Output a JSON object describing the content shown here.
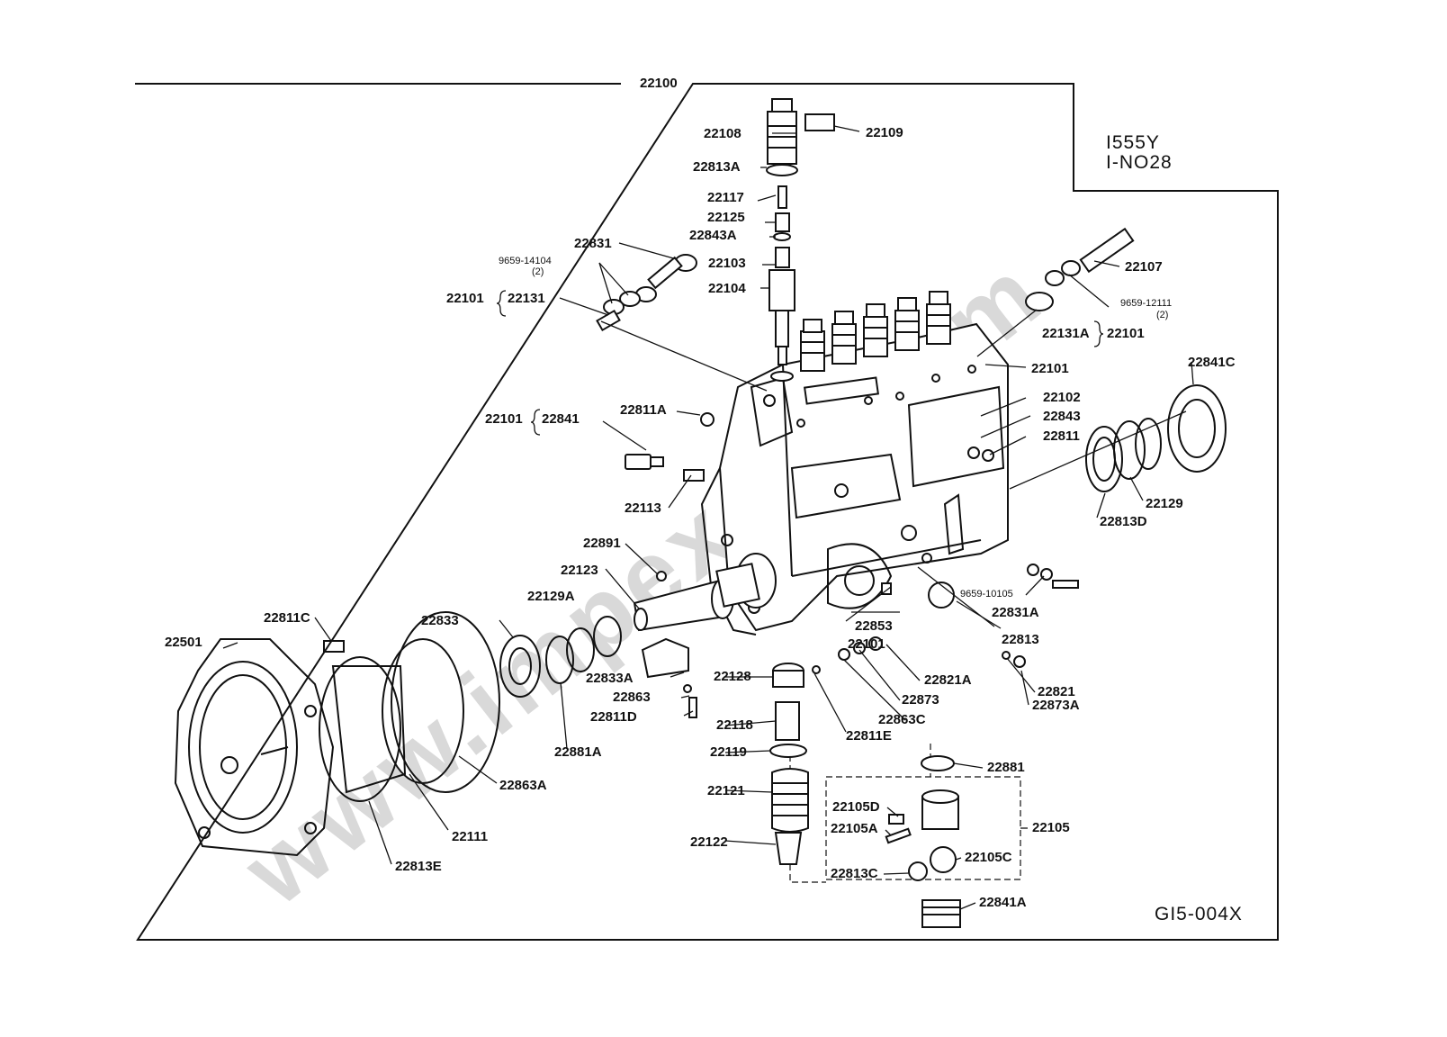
{
  "diagram": {
    "assembly_number": "22100",
    "model_code_line1": "I555Y",
    "model_code_line2": "I-NO28",
    "figure_code": "GI5-004X",
    "watermark": "www.impex-jp.com",
    "sub_assembly": {
      "22105": "22105",
      "22105D": "22105D",
      "22105A": "22105A",
      "22105C": "22105C",
      "22813C": "22813C",
      "22881": "22881",
      "22841A": "22841A"
    },
    "part_labels": [
      {
        "id": "22108",
        "text": "22108"
      },
      {
        "id": "22109",
        "text": "22109"
      },
      {
        "id": "22813A",
        "text": "22813A"
      },
      {
        "id": "22117",
        "text": "22117"
      },
      {
        "id": "22125",
        "text": "22125"
      },
      {
        "id": "22843A",
        "text": "22843A"
      },
      {
        "id": "22831",
        "text": "22831"
      },
      {
        "id": "22103",
        "text": "22103"
      },
      {
        "id": "22104",
        "text": "22104"
      },
      {
        "id": "9659-14104",
        "text": "9659-14104"
      },
      {
        "id": "9659-14104-qty",
        "text": "(2)"
      },
      {
        "id": "22101-a",
        "text": "22101"
      },
      {
        "id": "22131",
        "text": "22131"
      },
      {
        "id": "22107",
        "text": "22107"
      },
      {
        "id": "9659-12111",
        "text": "9659-12111"
      },
      {
        "id": "9659-12111-qty",
        "text": "(2)"
      },
      {
        "id": "22131A",
        "text": "22131A"
      },
      {
        "id": "22101-b",
        "text": "22101"
      },
      {
        "id": "22101-c",
        "text": "22101"
      },
      {
        "id": "22841C",
        "text": "22841C"
      },
      {
        "id": "22102",
        "text": "22102"
      },
      {
        "id": "22843",
        "text": "22843"
      },
      {
        "id": "22811",
        "text": "22811"
      },
      {
        "id": "22101-d",
        "text": "22101"
      },
      {
        "id": "22841",
        "text": "22841"
      },
      {
        "id": "22811A",
        "text": "22811A"
      },
      {
        "id": "22113",
        "text": "22113"
      },
      {
        "id": "22129",
        "text": "22129"
      },
      {
        "id": "22813D",
        "text": "22813D"
      },
      {
        "id": "22891",
        "text": "22891"
      },
      {
        "id": "22123",
        "text": "22123"
      },
      {
        "id": "22129A",
        "text": "22129A"
      },
      {
        "id": "9659-10105",
        "text": "9659-10105"
      },
      {
        "id": "22831A",
        "text": "22831A"
      },
      {
        "id": "22811C",
        "text": "22811C"
      },
      {
        "id": "22833",
        "text": "22833"
      },
      {
        "id": "22853",
        "text": "22853"
      },
      {
        "id": "22813",
        "text": "22813"
      },
      {
        "id": "22501",
        "text": "22501"
      },
      {
        "id": "22101-e",
        "text": "22101"
      },
      {
        "id": "22833A",
        "text": "22833A"
      },
      {
        "id": "22128",
        "text": "22128"
      },
      {
        "id": "22821A",
        "text": "22821A"
      },
      {
        "id": "22821",
        "text": "22821"
      },
      {
        "id": "22863",
        "text": "22863"
      },
      {
        "id": "22873",
        "text": "22873"
      },
      {
        "id": "22873A",
        "text": "22873A"
      },
      {
        "id": "22811D",
        "text": "22811D"
      },
      {
        "id": "22118",
        "text": "22118"
      },
      {
        "id": "22863C",
        "text": "22863C"
      },
      {
        "id": "22881A",
        "text": "22881A"
      },
      {
        "id": "22119",
        "text": "22119"
      },
      {
        "id": "22811E",
        "text": "22811E"
      },
      {
        "id": "22863A",
        "text": "22863A"
      },
      {
        "id": "22121",
        "text": "22121"
      },
      {
        "id": "22111",
        "text": "22111"
      },
      {
        "id": "22122",
        "text": "22122"
      },
      {
        "id": "22813E",
        "text": "22813E"
      }
    ]
  },
  "colors": {
    "line": "#111111",
    "watermark": "#d8d8d8",
    "paper": "#ffffff"
  }
}
